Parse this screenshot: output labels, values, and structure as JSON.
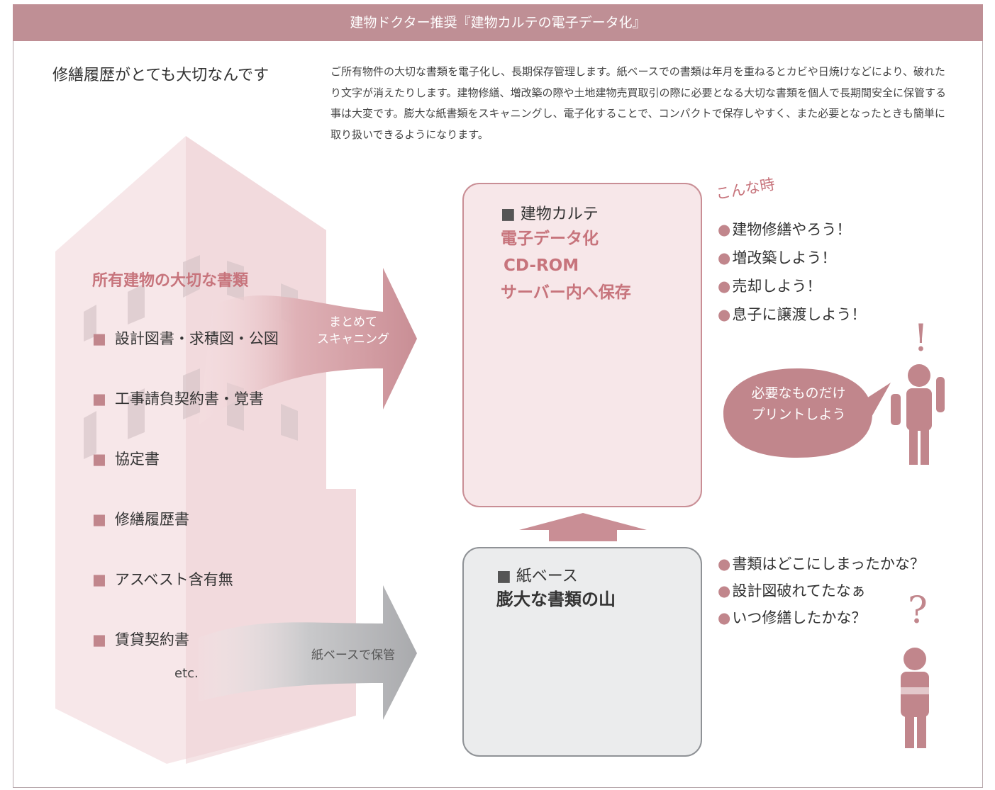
{
  "header": {
    "title": "建物ドクター推奨『建物カルテの電子データ化』"
  },
  "intro": {
    "subtitle": "修繕履歴がとても大切なんです",
    "body": "ご所有物件の大切な書類を電子化し、長期保存管理します。紙ベースでの書類は年月を重ねるとカビや日焼けなどにより、破れたり文字が消えたりします。建物修繕、増改築の際や土地建物売買取引の際に必要となる大切な書類を個人で長期間安全に保管する事は大変です。膨大な紙書類をスキャニングし、電子化することで、コンパクトで保存しやすく、また必要となったときも簡単に取り扱いできるようになります。"
  },
  "documents": {
    "title": "所有建物の大切な書類",
    "bullet": "■",
    "items": [
      "設計図書・求積図・公図",
      "工事請負契約書・覚書",
      "協定書",
      "修繕履歴書",
      "アスベスト含有無",
      "賃貸契約書"
    ],
    "etc": "etc."
  },
  "arrows": {
    "scan_label": "まとめて\nスキャニング",
    "paper_label": "紙ベースで保管"
  },
  "digital_box": {
    "heading": "建物カルテ",
    "bullet": "■",
    "lines": [
      "電子データ化",
      "CD-ROM",
      "サーバー内へ保存"
    ]
  },
  "paper_box": {
    "heading": "紙ベース",
    "bullet": "■",
    "title": "膨大な書類の山"
  },
  "cases": {
    "title": "こんな時",
    "dot": "●",
    "items": [
      "建物修繕やろう！",
      "増改築しよう！",
      "売却しよう！",
      "息子に譲渡しよう！"
    ]
  },
  "bubble": {
    "line1": "必要なものだけ",
    "line2": "プリントしよう"
  },
  "worries": {
    "dot": "●",
    "items": [
      "書類はどこにしまったかな？",
      "設計図破れてたなぁ",
      "いつ修繕したかな？"
    ]
  },
  "symbols": {
    "exclaim": "!",
    "question": "?"
  },
  "colors": {
    "accent": "#bf8f95",
    "accent_text": "#c7747c",
    "gray": "#8f9296"
  }
}
